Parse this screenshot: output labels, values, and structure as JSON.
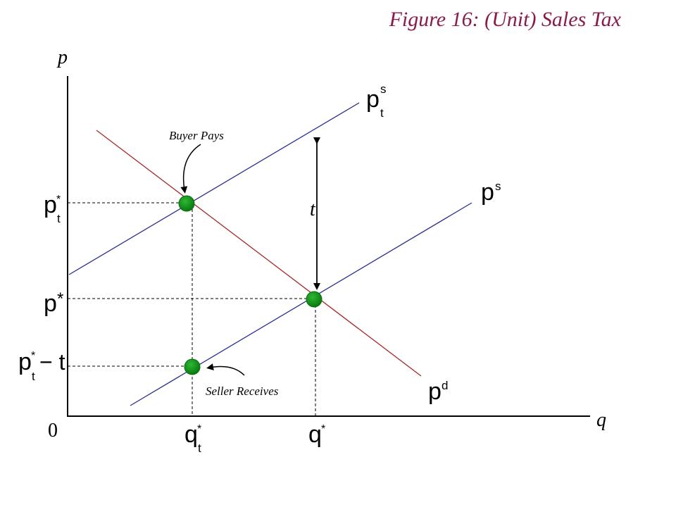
{
  "title": {
    "lead": "Figure 16: (",
    "unit": "Unit",
    "trail": ") Sales Tax"
  },
  "axes": {
    "y_label": "p",
    "x_label": "q",
    "origin_label": "0"
  },
  "curves": {
    "taxed_supply": {
      "symbol": "p",
      "sub": "t",
      "sup": "s"
    },
    "supply": {
      "symbol": "p",
      "sup": "s"
    },
    "demand": {
      "symbol": "p",
      "sup": "d"
    }
  },
  "tax_gap": {
    "label": "t"
  },
  "annotations": {
    "buyer": "Buyer Pays",
    "seller": "Seller Receives"
  },
  "price_labels": {
    "taxed": {
      "symbol": "p",
      "sub": "t",
      "sup": "*"
    },
    "equilibrium": {
      "symbol": "p",
      "sup": "*"
    },
    "seller": {
      "symbol": "p",
      "sub": "t",
      "sup": "*",
      "suffix": "− t"
    }
  },
  "quantity_labels": {
    "taxed": {
      "symbol": "q",
      "sub": "t",
      "sup": "*"
    },
    "equilibrium": {
      "symbol": "q",
      "sup": "*"
    }
  },
  "colors": {
    "title": "#8b1a4a",
    "supply": "#2b2f8f",
    "demand": "#a8282a",
    "point": "#0f8a16",
    "axis": "#000000"
  }
}
